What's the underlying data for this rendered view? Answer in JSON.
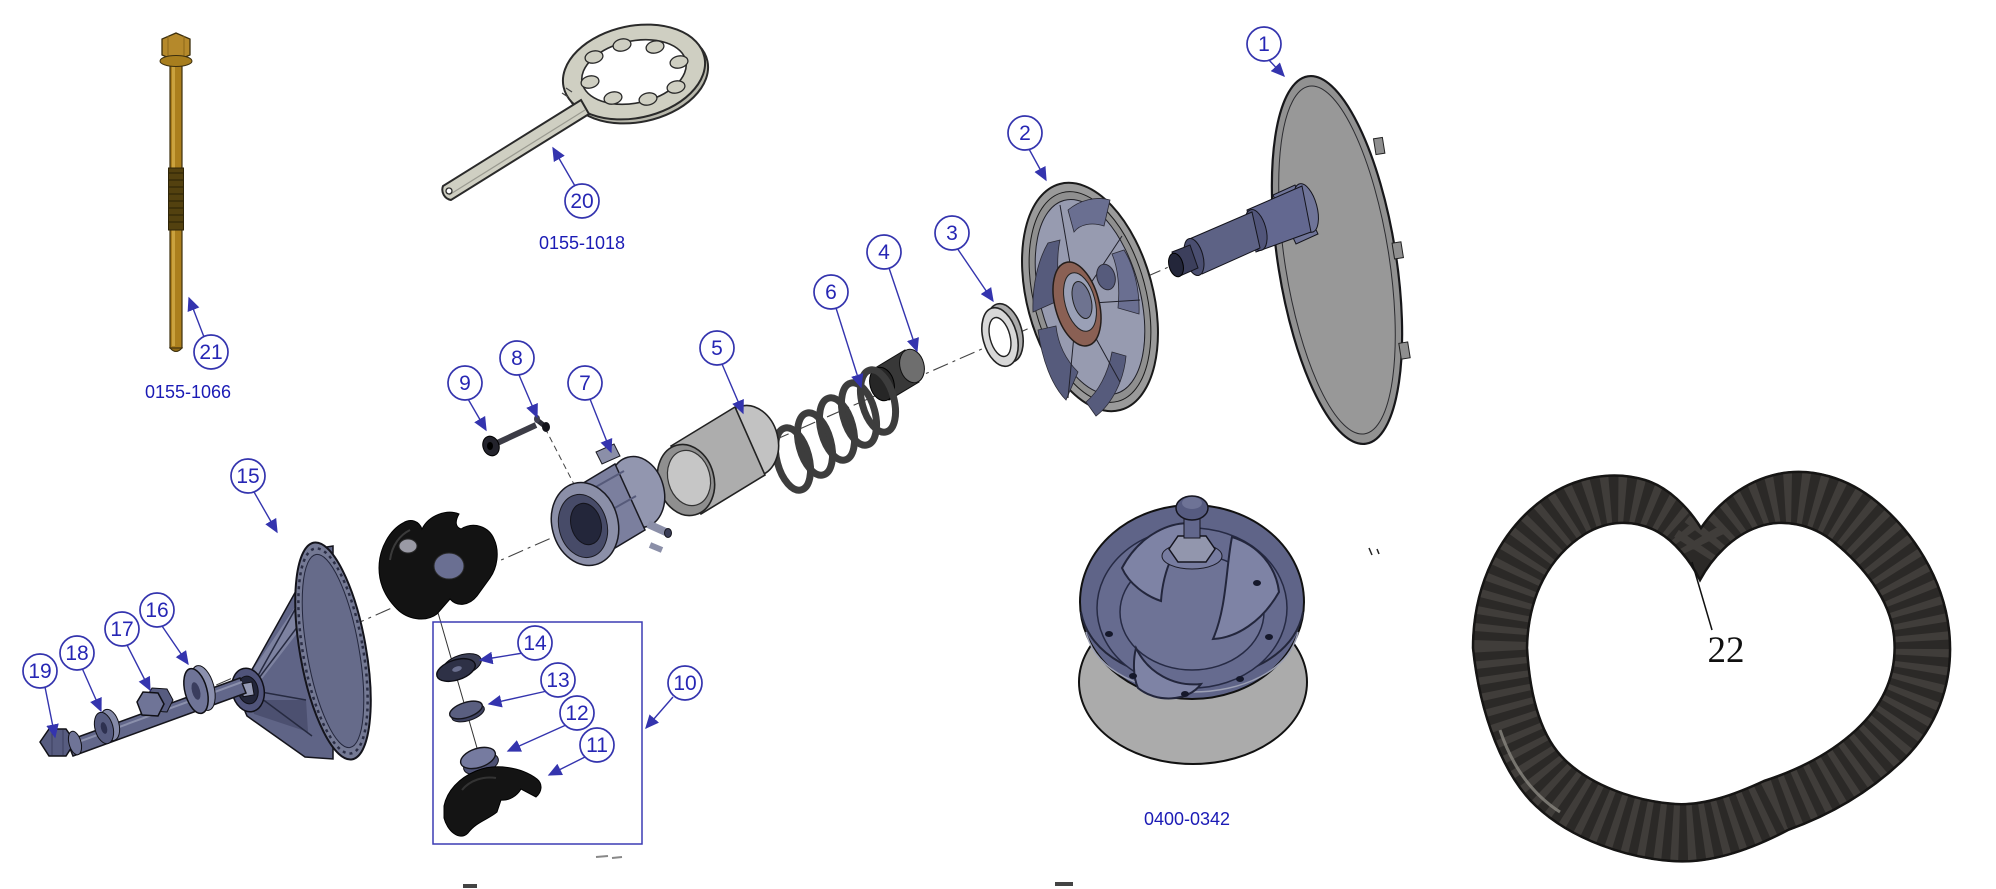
{
  "diagram": {
    "background": "#ffffff",
    "accent_blue": "#2e2eb0",
    "callouts": [
      "1",
      "2",
      "3",
      "4",
      "5",
      "6",
      "7",
      "8",
      "9",
      "10",
      "11",
      "12",
      "13",
      "14",
      "15",
      "16",
      "17",
      "18",
      "19",
      "20",
      "21",
      "22"
    ],
    "part_numbers": {
      "wrench_tool": "0155-1018",
      "clutch_bolt": "0155-1066",
      "driven_clutch": "0400-0342"
    }
  }
}
